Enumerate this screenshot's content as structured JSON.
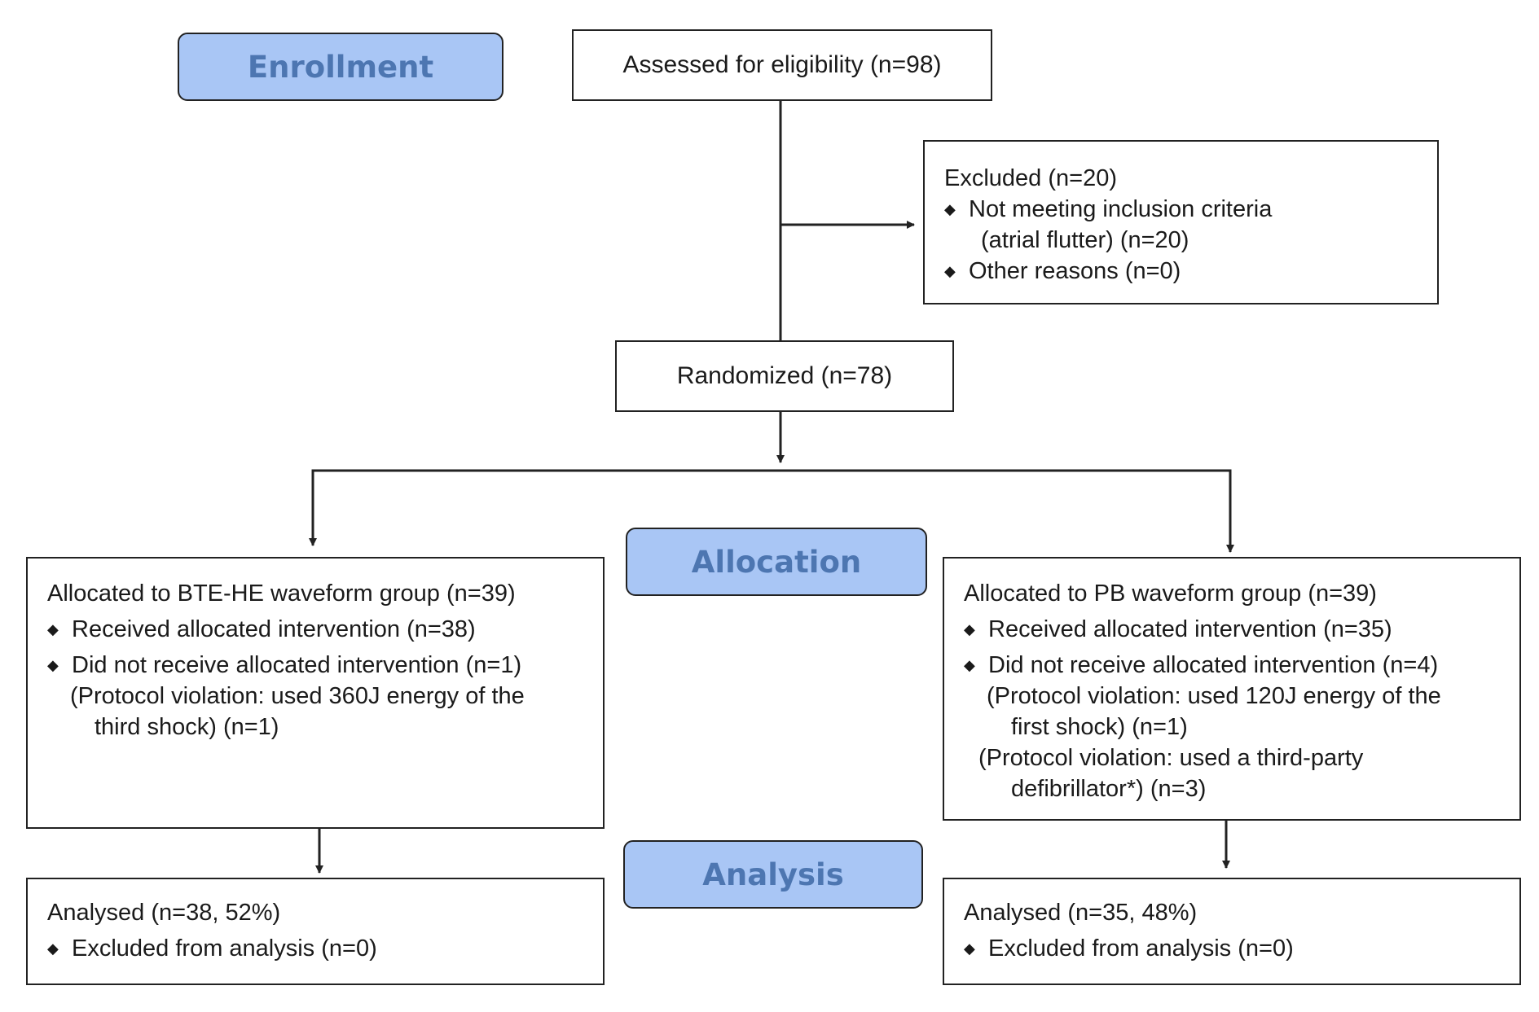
{
  "colors": {
    "stage_fill": "#a9c6f5",
    "stage_text": "#4d76b1",
    "line": "#222222"
  },
  "stages": {
    "enrollment": "Enrollment",
    "allocation": "Allocation",
    "analysis": "Analysis"
  },
  "assessed": "Assessed for eligibility (n=98)",
  "excluded": {
    "title": "Excluded  (n=20)",
    "items": [
      {
        "line1": "Not meeting inclusion criteria",
        "line2": "(atrial flutter) (n=20)"
      },
      {
        "line1": "Other reasons (n=0)"
      }
    ]
  },
  "randomized": "Randomized (n=78)",
  "left_alloc": {
    "title": "Allocated to BTE-HE waveform group (n=39)",
    "received": "Received allocated intervention (n=38)",
    "not_received": "Did not receive allocated intervention (n=1)",
    "reasons": [
      {
        "line1": "(Protocol violation: used 360J energy of the",
        "line2": "third shock) (n=1)"
      }
    ]
  },
  "right_alloc": {
    "title": "Allocated to PB waveform group (n=39)",
    "received": "Received allocated intervention (n=35)",
    "not_received": "Did not receive allocated intervention (n=4)",
    "reasons": [
      {
        "line1": "(Protocol violation: used 120J energy of the",
        "line2": "first shock) (n=1)"
      },
      {
        "line1": "(Protocol violation: used a third-party",
        "line2": "defibrillator*) (n=3)"
      }
    ]
  },
  "left_analysis": {
    "title": "Analysed (n=38, 52%)",
    "excluded": "Excluded from analysis (n=0)"
  },
  "right_analysis": {
    "title": "Analysed (n=35, 48%)",
    "excluded": "Excluded from analysis (n=0)"
  }
}
